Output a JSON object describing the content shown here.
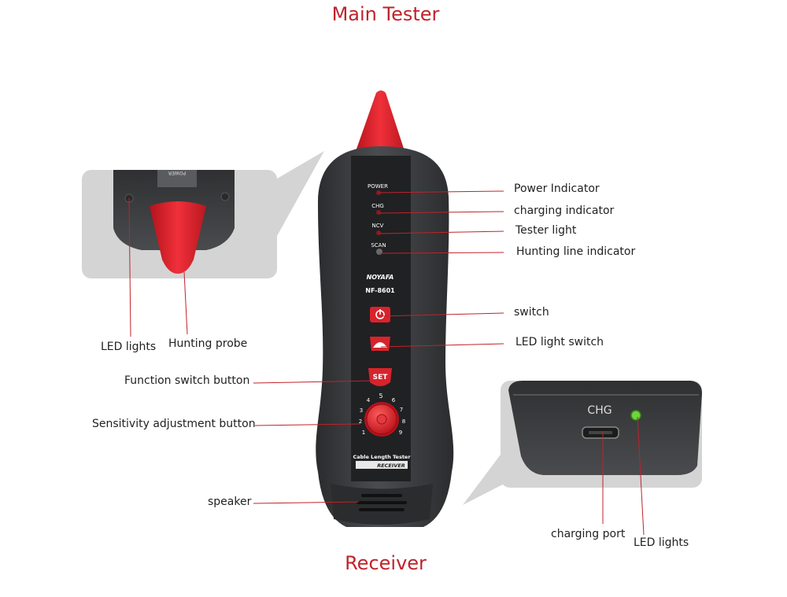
{
  "titles": {
    "top": "Main Tester",
    "bottom": "Receiver"
  },
  "device": {
    "panel_labels": [
      "POWER",
      "CHG",
      "NCV",
      "SCAN"
    ],
    "brand": "NOYAFA",
    "model": "NF-8601",
    "set_button": "SET",
    "dial_numbers": [
      "1",
      "2",
      "3",
      "4",
      "5",
      "6",
      "7",
      "8",
      "9"
    ],
    "footer_top": "Cable Length Tester",
    "footer_bottom": "RECEIVER",
    "inset_left_text": "POWER",
    "inset_right_text": "CHG"
  },
  "callouts": {
    "power_indicator": "Power Indicator",
    "charging_indicator": "charging indicator",
    "tester_light": "Tester light",
    "hunting_line_indicator": "Hunting line indicator",
    "switch": "switch",
    "led_light_switch": "LED light switch",
    "function_switch": "Function switch button",
    "sensitivity_adjust": "Sensitivity adjustment button",
    "speaker": "speaker",
    "led_lights_left": "LED lights",
    "hunting_probe": "Hunting probe",
    "charging_port": "charging port",
    "led_lights_right": "LED lights"
  },
  "colors": {
    "accent_red": "#c0232b",
    "device_body": "#3a3b3d",
    "probe_red": "#e0202a",
    "inset_bg": "#d4d4d4",
    "led_green": "#6fd43a"
  }
}
